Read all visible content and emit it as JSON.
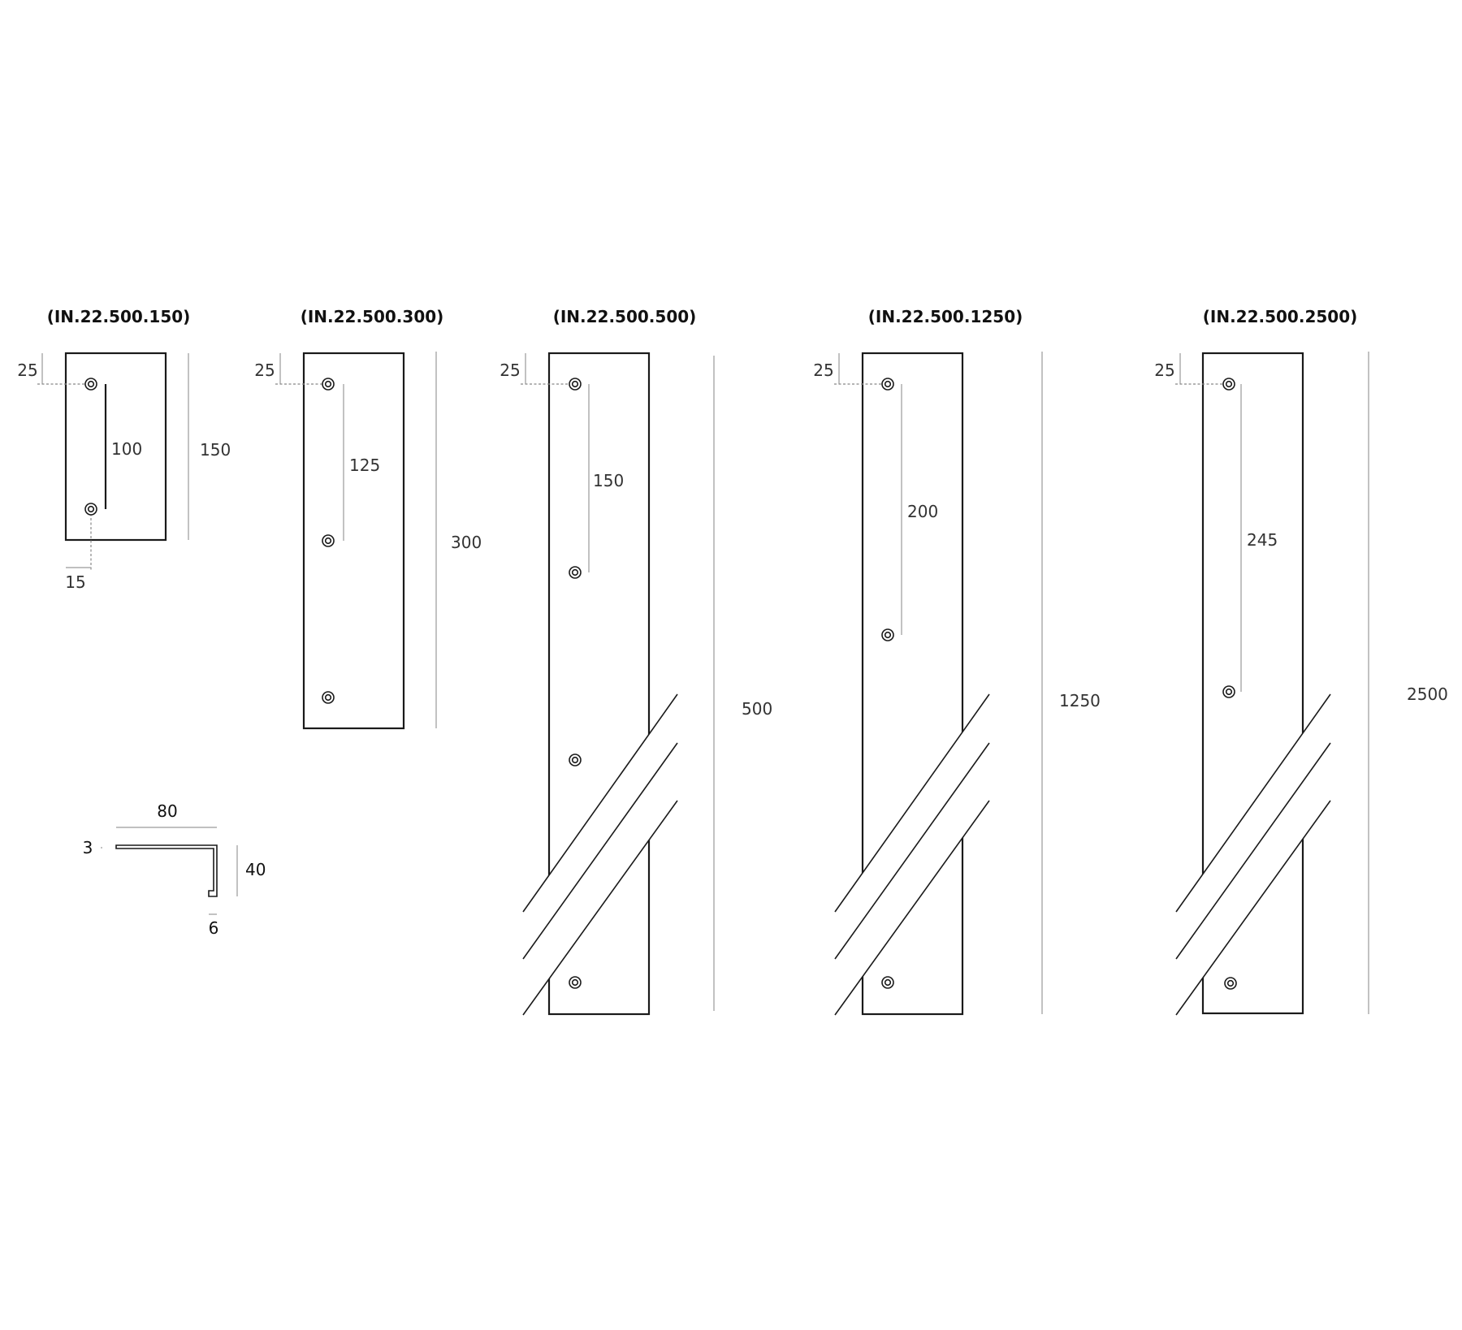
{
  "plates": [
    {
      "code": "(IN.22.500.150)",
      "top_offset": "25",
      "spacing": "100",
      "length": "150",
      "bottom_offset": "15"
    },
    {
      "code": "(IN.22.500.300)",
      "top_offset": "25",
      "spacing": "125",
      "length": "300"
    },
    {
      "code": "(IN.22.500.500)",
      "top_offset": "25",
      "spacing": "150",
      "length": "500"
    },
    {
      "code": "(IN.22.500.1250)",
      "top_offset": "25",
      "spacing": "200",
      "length": "1250"
    },
    {
      "code": "(IN.22.500.2500)",
      "top_offset": "25",
      "spacing": "245",
      "length": "2500"
    }
  ],
  "profile": {
    "width": "80",
    "height": "40",
    "thickness": "3",
    "lip": "6"
  }
}
